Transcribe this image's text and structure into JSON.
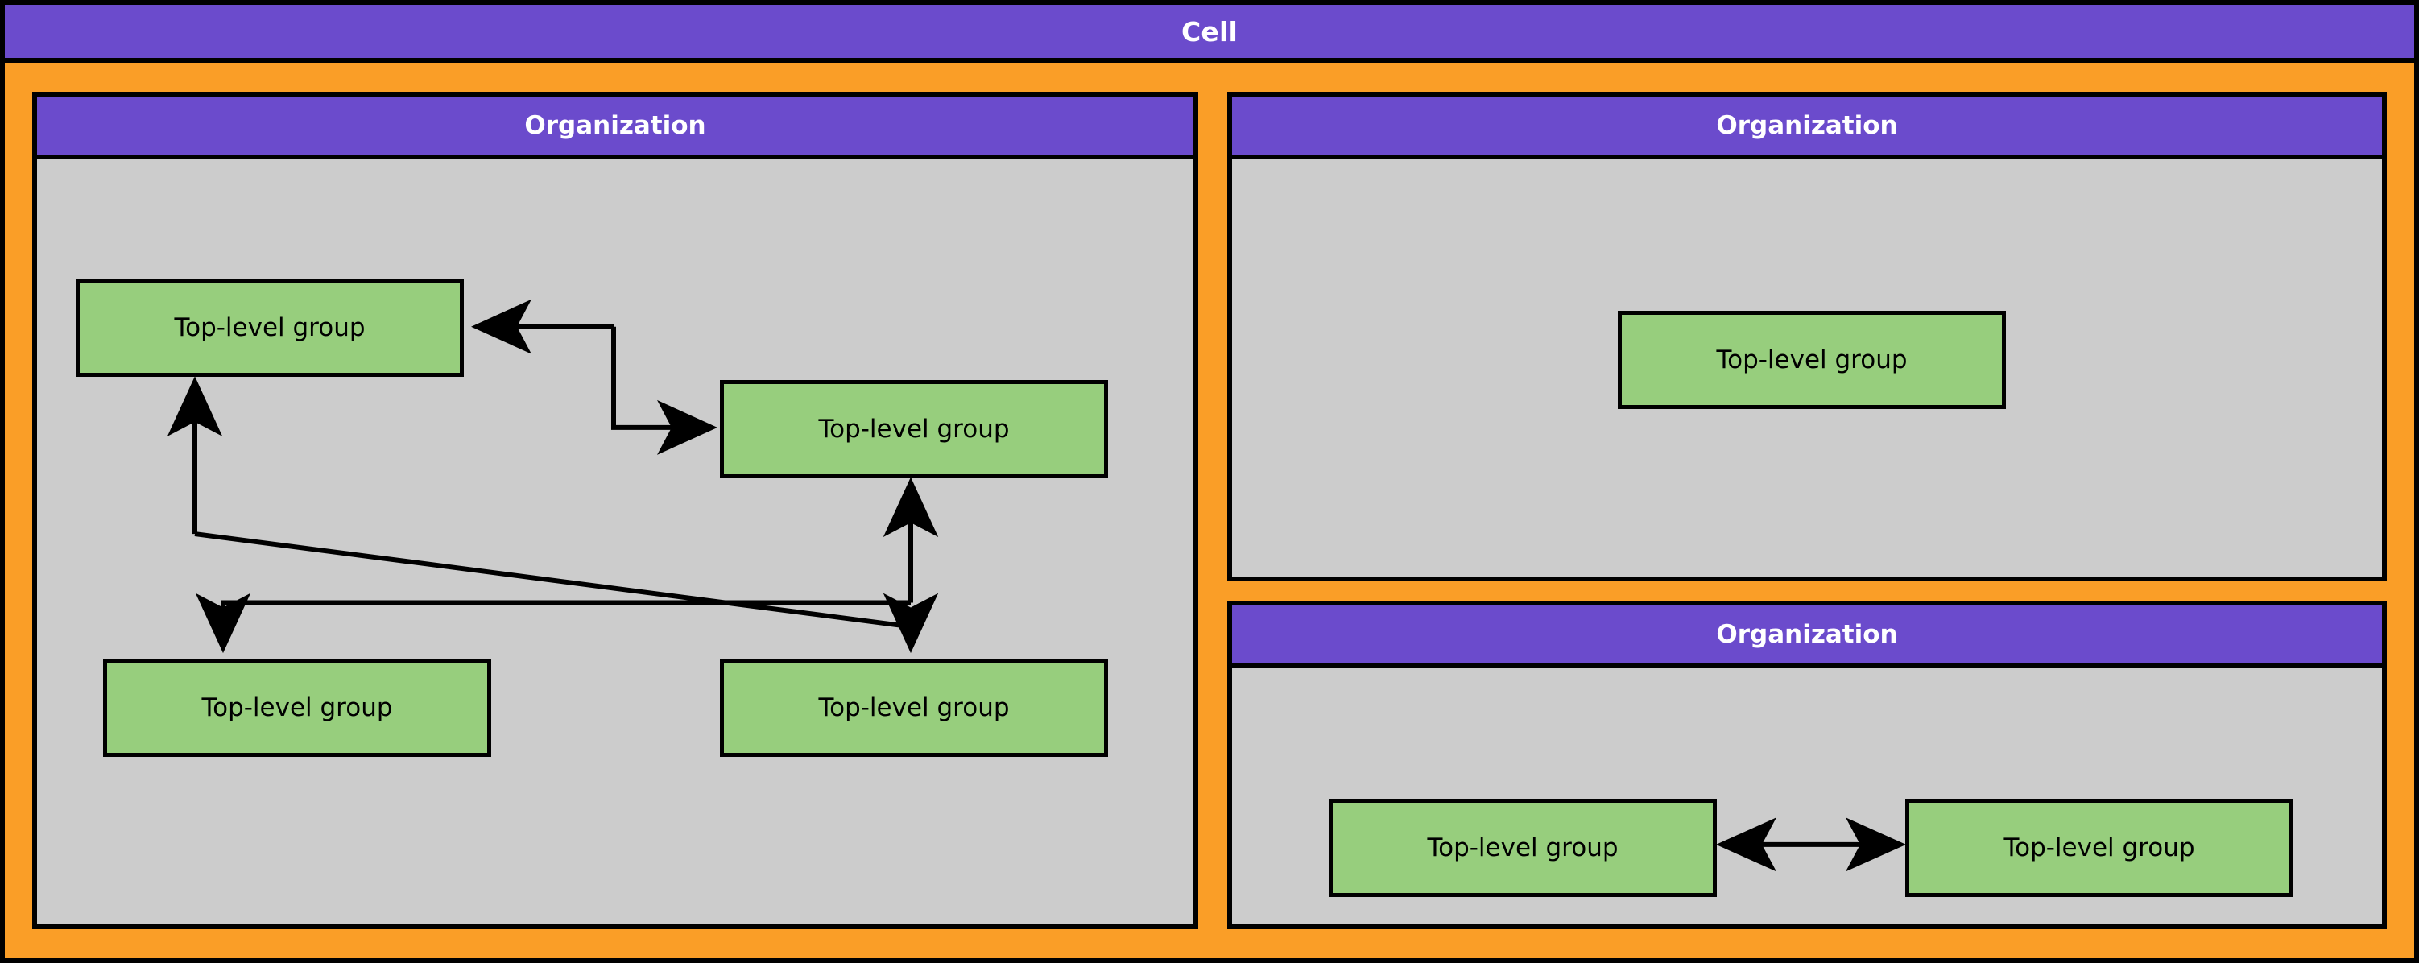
{
  "diagram": {
    "title": "Cell",
    "palette": {
      "cell_header_bg": "#6B4BCC",
      "cell_body_bg": "#FA9E27",
      "org_header_bg": "#6B4BCC",
      "org_body_bg": "#CCCCCC",
      "group_bg": "#97CE7D",
      "border": "#000000",
      "header_text": "#FFFFFF",
      "group_text": "#000000"
    }
  },
  "cell": {
    "label": "Cell"
  },
  "organizations": [
    {
      "id": "org-left",
      "label": "Organization",
      "groups": [
        {
          "id": "tlg-l1",
          "label": "Top-level group"
        },
        {
          "id": "tlg-l2",
          "label": "Top-level group"
        },
        {
          "id": "tlg-l3",
          "label": "Top-level group"
        },
        {
          "id": "tlg-l4",
          "label": "Top-level group"
        }
      ],
      "edges": [
        {
          "from": "tlg-l2",
          "to": "tlg-l1",
          "direction": "one-way"
        },
        {
          "from": "tlg-l2",
          "to": "tlg-l2",
          "direction": "one-way"
        },
        {
          "from": "tlg-l1",
          "to": "tlg-l4",
          "direction": "one-way"
        },
        {
          "from": "tlg-l3",
          "to": "tlg-l1",
          "direction": "one-way"
        },
        {
          "from": "tlg-l4",
          "to": "tlg-l2",
          "direction": "one-way"
        },
        {
          "from": "tlg-l2",
          "to": "tlg-l3",
          "direction": "one-way"
        }
      ]
    },
    {
      "id": "org-top-right",
      "label": "Organization",
      "groups": [
        {
          "id": "tlg-tr1",
          "label": "Top-level group"
        }
      ],
      "edges": []
    },
    {
      "id": "org-bottom-right",
      "label": "Organization",
      "groups": [
        {
          "id": "tlg-br1",
          "label": "Top-level group"
        },
        {
          "id": "tlg-br2",
          "label": "Top-level group"
        }
      ],
      "edges": [
        {
          "from": "tlg-br1",
          "to": "tlg-br2",
          "direction": "two-way"
        }
      ]
    }
  ]
}
